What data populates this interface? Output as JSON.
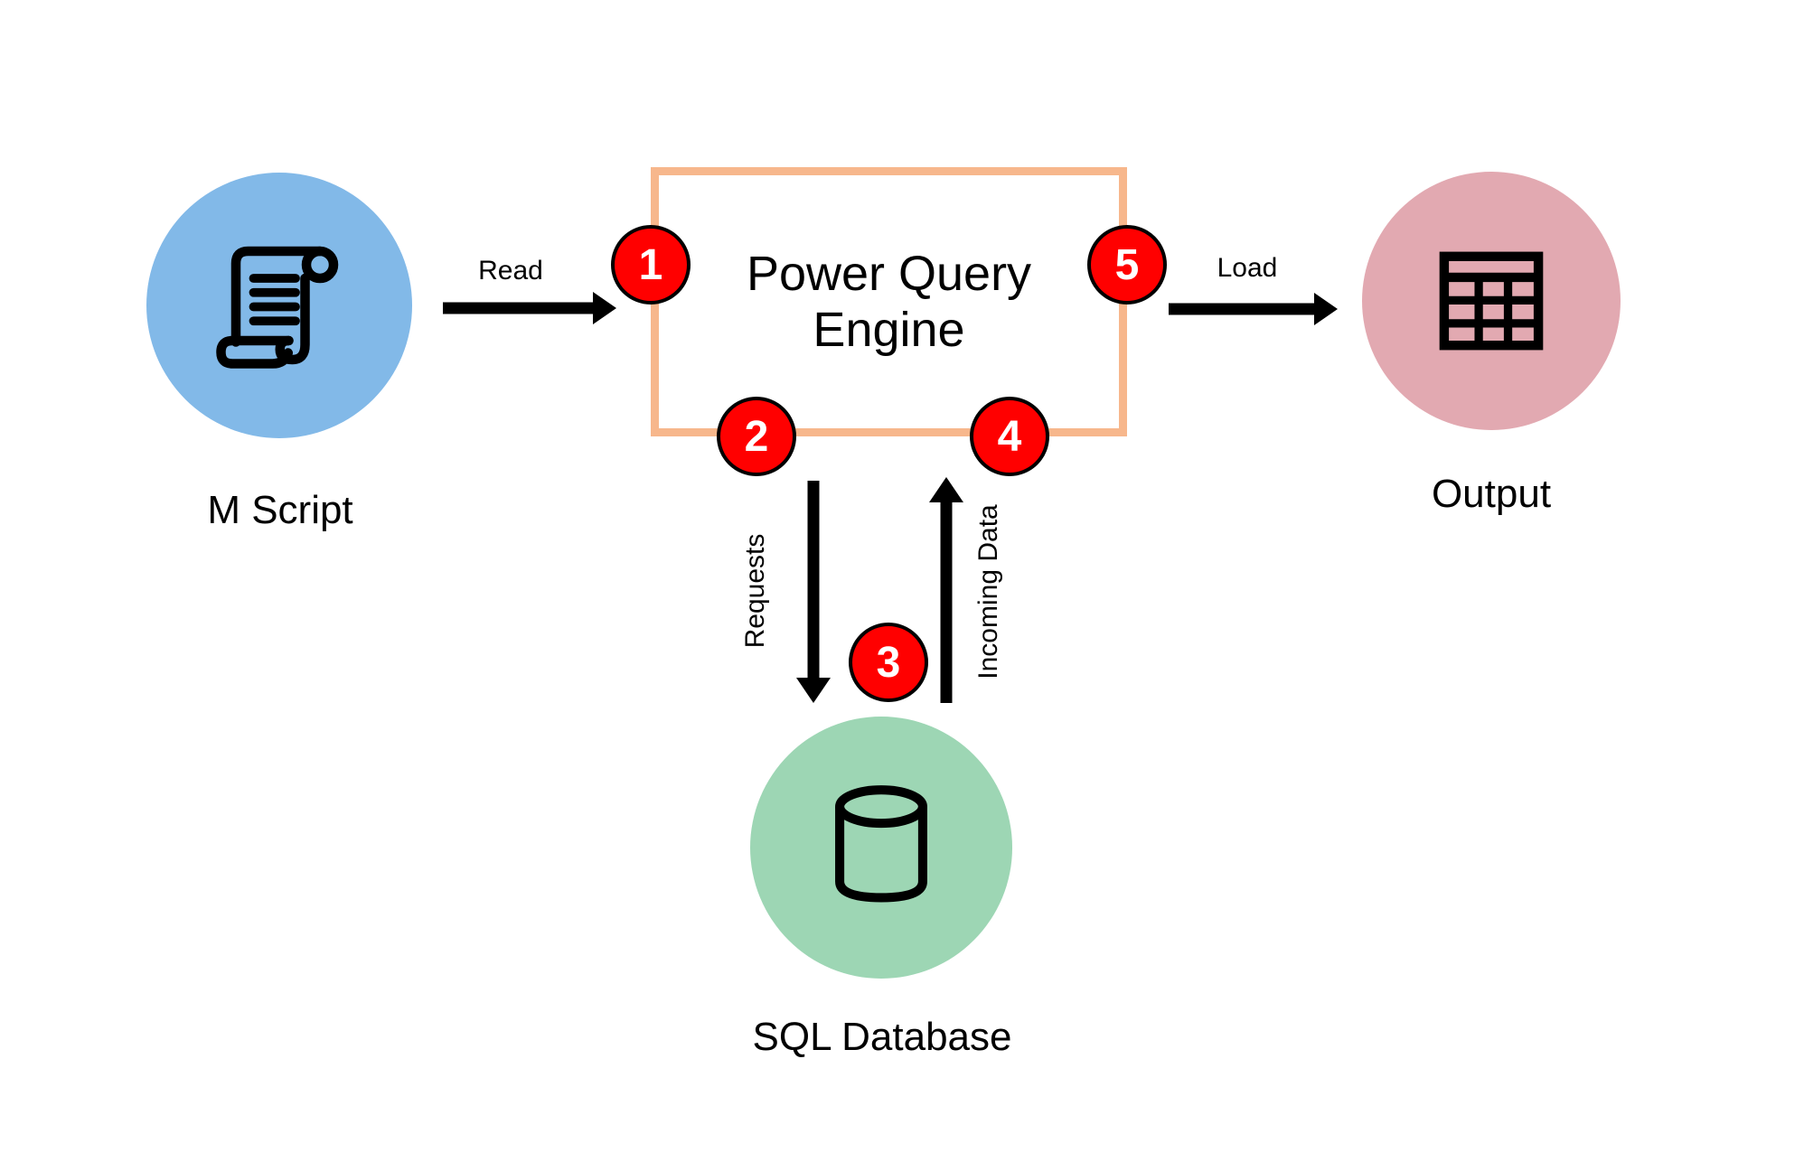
{
  "diagram": {
    "engine_box": {
      "title_line1": "Power Query",
      "title_line2": "Engine",
      "border_color": "#F7B78C"
    },
    "nodes": {
      "m_script": {
        "label": "M Script",
        "icon": "scroll-icon",
        "color": "#82B9E8"
      },
      "sql_database": {
        "label": "SQL Database",
        "icon": "database-cylinder-icon",
        "color": "#9DD6B4"
      },
      "output": {
        "label": "Output",
        "icon": "table-icon",
        "color": "#E2A9B1"
      }
    },
    "arrows": {
      "read": {
        "label": "Read"
      },
      "load": {
        "label": "Load"
      },
      "requests": {
        "label": "Requests"
      },
      "incoming": {
        "label": "Incoming Data"
      }
    },
    "badges": [
      {
        "number": "1"
      },
      {
        "number": "2"
      },
      {
        "number": "3"
      },
      {
        "number": "4"
      },
      {
        "number": "5"
      }
    ],
    "badge_color": "#FF0000",
    "arrow_color": "#000000"
  }
}
